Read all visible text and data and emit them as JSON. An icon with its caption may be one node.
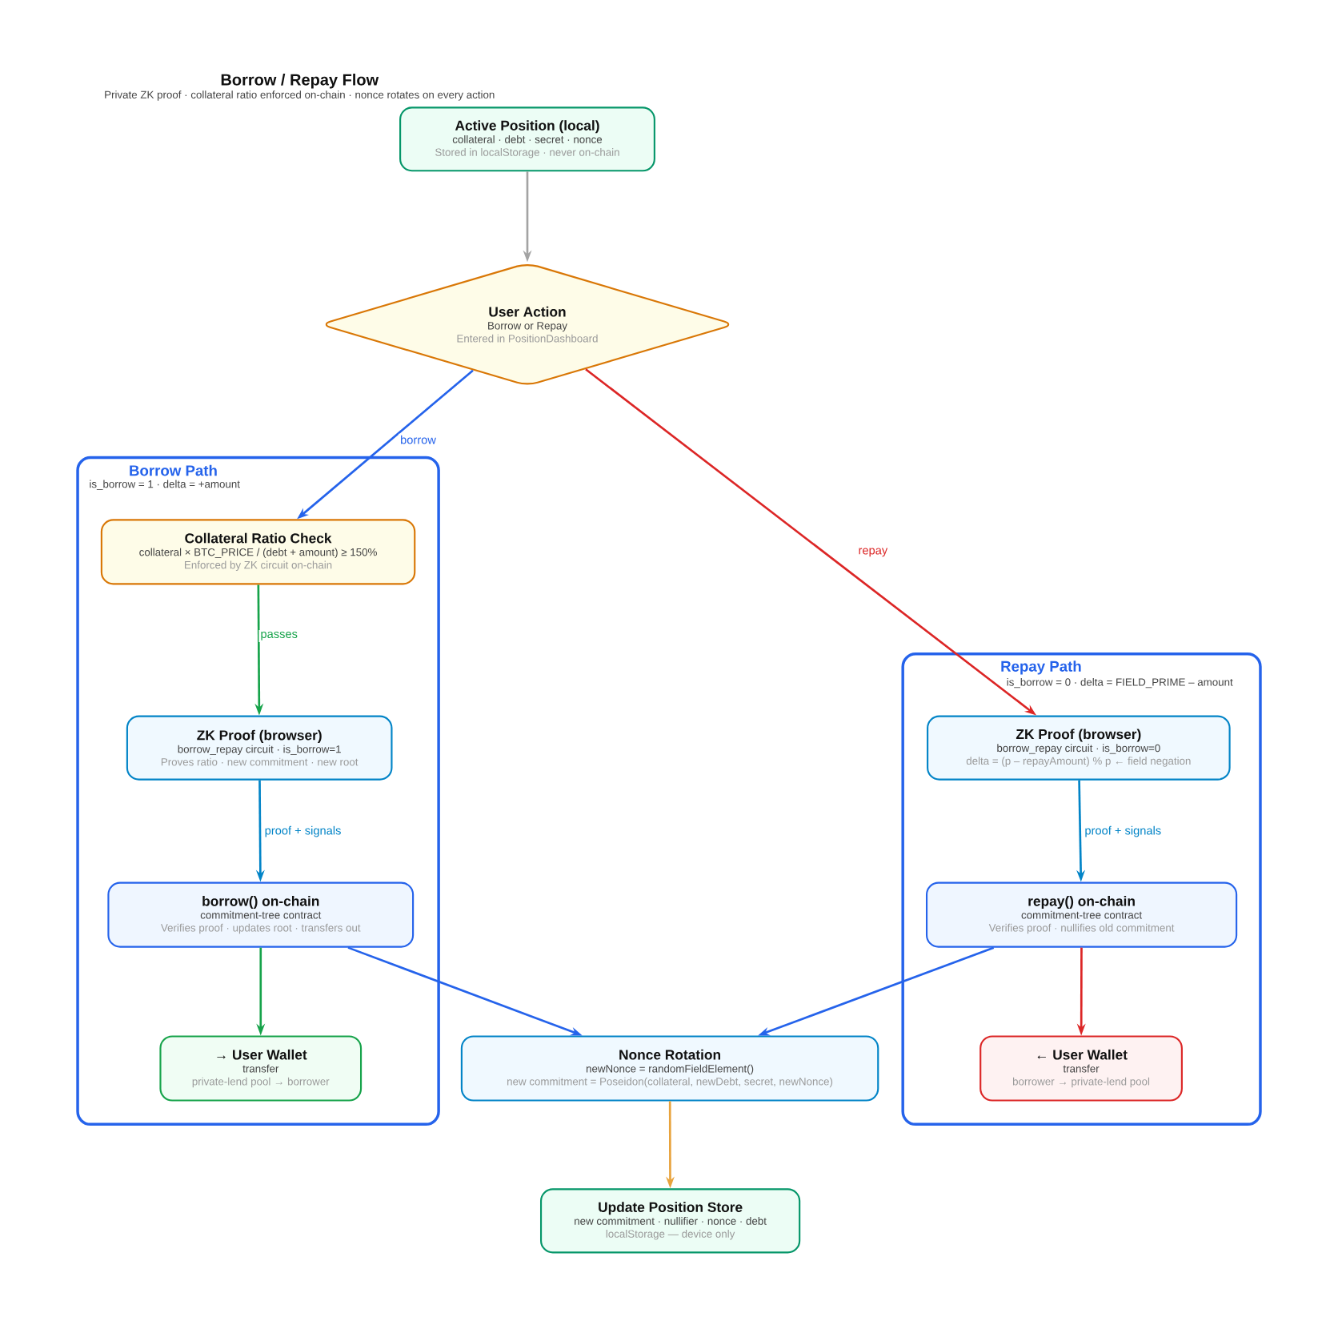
{
  "diagram": {
    "title": "Borrow / Repay Flow",
    "caption": "Private ZK proof · collateral ratio enforced on-chain · nonce rotates on every action",
    "nodes": [
      {
        "text": [
          "Active Position (local)",
          "collateral · debt · secret · nonce",
          "Stored in localStorage · never on-chain"
        ]
      },
      {
        "text": [
          "User Action",
          "Borrow or Repay",
          "Entered in PositionDashboard"
        ]
      },
      {
        "text": [
          "Borrow Path",
          "is_borrow = 1 · delta = +amount"
        ]
      },
      {
        "text": [
          "Collateral Ratio Check",
          "collateral × BTC_PRICE / (debt + amount) ≥ 150%",
          "Enforced by ZK circuit on-chain"
        ],
        "in": 2
      },
      {
        "text": [
          "ZK Proof (browser)",
          "borrow_repay circuit · is_borrow=1",
          "Proves ratio · new commitment · new root"
        ],
        "in": 2
      },
      {
        "text": [
          "borrow() on-chain",
          "commitment-tree contract",
          "Verifies proof · updates root · transfers out"
        ],
        "in": 2
      },
      {
        "text": [
          "→ User Wallet",
          "transfer",
          "private-lend pool → borrower"
        ],
        "in": 2
      },
      {
        "text": [
          "Repay Path",
          "is_borrow = 0 · delta = FIELD_PRIME – amount"
        ]
      },
      {
        "text": [
          "ZK Proof (browser)",
          "borrow_repay circuit · is_borrow=0",
          "delta = (p – repayAmount) % p  ← field negation"
        ],
        "in": 7
      },
      {
        "text": [
          "repay() on-chain",
          "commitment-tree contract",
          "Verifies proof · nullifies old commitment"
        ],
        "in": 7
      },
      {
        "text": [
          "← User Wallet",
          "transfer",
          "borrower → private-lend pool"
        ],
        "in": 7
      },
      {
        "text": [
          "Nonce Rotation",
          "newNonce = randomFieldElement()",
          "new commitment = Poseidon(collateral, newDebt, secret, newNonce)"
        ]
      },
      {
        "text": [
          "Update Position Store",
          "new commitment · nullifier · nonce · debt",
          "localStorage — device only"
        ]
      }
    ],
    "edges": [
      {
        "from": 0,
        "to": 1,
        "arrow": "to",
        "color": "#a3a3a3"
      },
      {
        "from": 1,
        "to": 3,
        "arrow": "to",
        "label": "borrow"
      },
      {
        "from": 1,
        "to": 8,
        "arrow": "to",
        "label": "repay",
        "color": "#dc2626"
      },
      {
        "from": 3,
        "to": 4,
        "arrow": "to",
        "label": "passes",
        "color": "#16a34a"
      },
      {
        "from": 4,
        "to": 5,
        "arrow": "to",
        "label": "proof + signals",
        "color": "#0284c7"
      },
      {
        "from": 5,
        "to": 6,
        "arrow": "to",
        "color": "#16a34a"
      },
      {
        "from": 5,
        "to": 11,
        "arrow": "to"
      },
      {
        "from": 8,
        "to": 9,
        "arrow": "to",
        "label": "proof + signals",
        "color": "#0284c7"
      },
      {
        "from": 9,
        "to": 11,
        "arrow": "to"
      },
      {
        "from": 9,
        "to": 10,
        "arrow": "to",
        "color": "#dc2626"
      },
      {
        "from": 11,
        "to": 12,
        "arrow": "to",
        "color": "#e8a33d"
      }
    ]
  }
}
